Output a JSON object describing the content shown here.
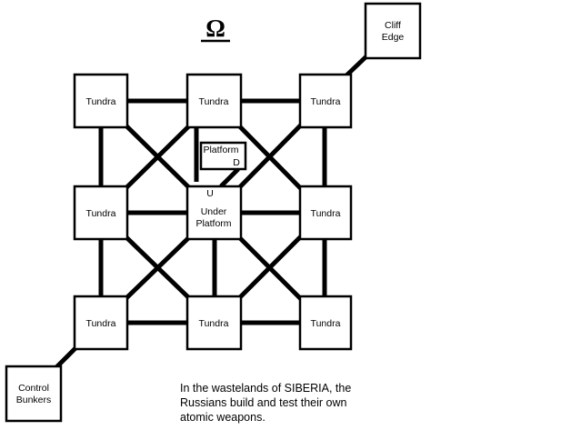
{
  "symbol": "Ω",
  "rooms": {
    "tundra": "Tundra",
    "cliff": [
      "Cliff",
      "Edge"
    ],
    "platform": [
      "Platform",
      "D"
    ],
    "under": [
      "U",
      "Under",
      "Platform"
    ],
    "bunkers": [
      "Control",
      "Bunkers"
    ]
  },
  "caption": [
    "In the wastelands of SIBERIA, the",
    "Russians build and test their own",
    "atomic weapons."
  ]
}
